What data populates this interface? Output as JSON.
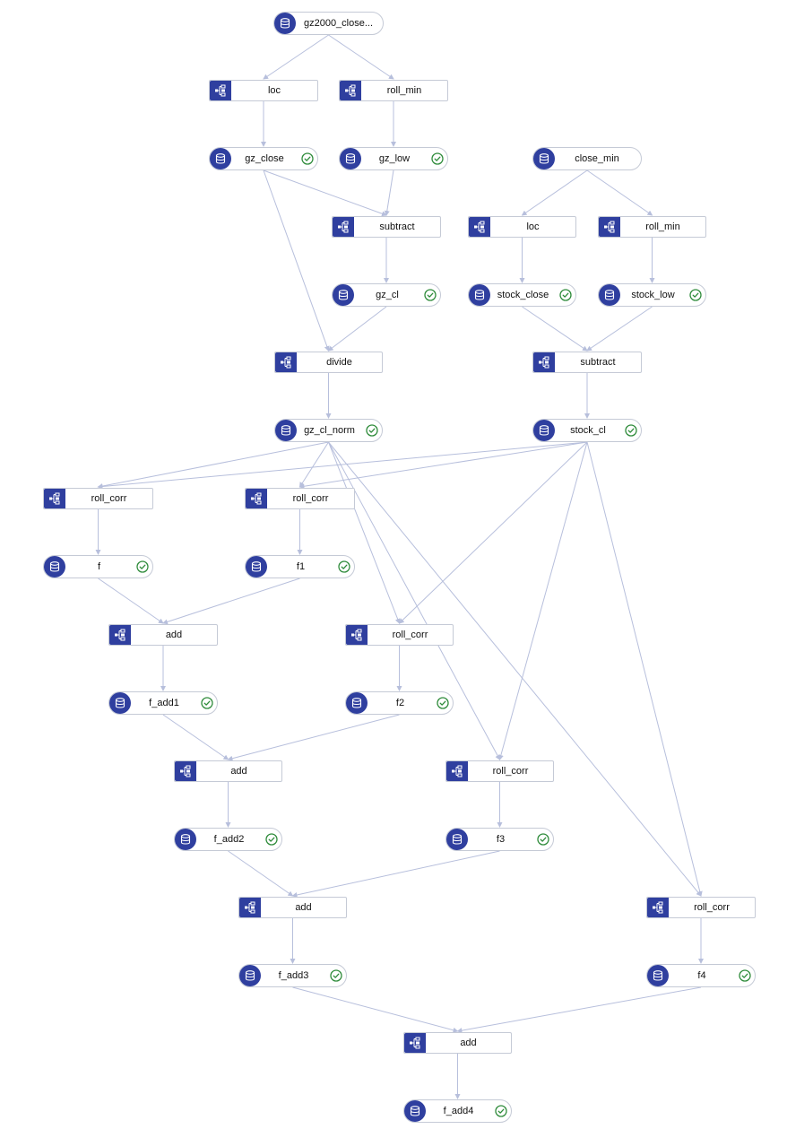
{
  "colors": {
    "icon_bg": "#2f3f9f",
    "edge": "#b7bfdc",
    "border": "#c5cad6",
    "check": "#2e8b3a"
  },
  "nodes": [
    {
      "id": "n_gz2000",
      "kind": "data",
      "label": "gz2000_close...",
      "icon": "database-icon",
      "status": "none"
    },
    {
      "id": "n_loc1",
      "kind": "op",
      "label": "loc",
      "icon": "workflow-icon"
    },
    {
      "id": "n_rollmin1",
      "kind": "op",
      "label": "roll_min",
      "icon": "workflow-icon"
    },
    {
      "id": "n_gzclose",
      "kind": "data",
      "label": "gz_close",
      "icon": "database-icon",
      "status": "done"
    },
    {
      "id": "n_gzlow",
      "kind": "data",
      "label": "gz_low",
      "icon": "database-icon",
      "status": "done"
    },
    {
      "id": "n_closemin",
      "kind": "data",
      "label": "close_min",
      "icon": "database-icon",
      "status": "none"
    },
    {
      "id": "n_sub1",
      "kind": "op",
      "label": "subtract",
      "icon": "workflow-icon"
    },
    {
      "id": "n_loc2",
      "kind": "op",
      "label": "loc",
      "icon": "workflow-icon"
    },
    {
      "id": "n_rollmin2",
      "kind": "op",
      "label": "roll_min",
      "icon": "workflow-icon"
    },
    {
      "id": "n_gzcl",
      "kind": "data",
      "label": "gz_cl",
      "icon": "database-icon",
      "status": "done"
    },
    {
      "id": "n_stockclose",
      "kind": "data",
      "label": "stock_close",
      "icon": "database-icon",
      "status": "done"
    },
    {
      "id": "n_stocklow",
      "kind": "data",
      "label": "stock_low",
      "icon": "database-icon",
      "status": "done"
    },
    {
      "id": "n_divide",
      "kind": "op",
      "label": "divide",
      "icon": "workflow-icon"
    },
    {
      "id": "n_sub2",
      "kind": "op",
      "label": "subtract",
      "icon": "workflow-icon"
    },
    {
      "id": "n_gzclnorm",
      "kind": "data",
      "label": "gz_cl_norm",
      "icon": "database-icon",
      "status": "done"
    },
    {
      "id": "n_stockcl",
      "kind": "data",
      "label": "stock_cl",
      "icon": "database-icon",
      "status": "done"
    },
    {
      "id": "n_rc1",
      "kind": "op",
      "label": "roll_corr",
      "icon": "workflow-icon"
    },
    {
      "id": "n_rc2",
      "kind": "op",
      "label": "roll_corr",
      "icon": "workflow-icon"
    },
    {
      "id": "n_f",
      "kind": "data",
      "label": "f",
      "icon": "database-icon",
      "status": "done"
    },
    {
      "id": "n_f1",
      "kind": "data",
      "label": "f1",
      "icon": "database-icon",
      "status": "done"
    },
    {
      "id": "n_add1",
      "kind": "op",
      "label": "add",
      "icon": "workflow-icon"
    },
    {
      "id": "n_rc3",
      "kind": "op",
      "label": "roll_corr",
      "icon": "workflow-icon"
    },
    {
      "id": "n_fadd1",
      "kind": "data",
      "label": "f_add1",
      "icon": "database-icon",
      "status": "done"
    },
    {
      "id": "n_f2",
      "kind": "data",
      "label": "f2",
      "icon": "database-icon",
      "status": "done"
    },
    {
      "id": "n_add2",
      "kind": "op",
      "label": "add",
      "icon": "workflow-icon"
    },
    {
      "id": "n_rc4",
      "kind": "op",
      "label": "roll_corr",
      "icon": "workflow-icon"
    },
    {
      "id": "n_fadd2",
      "kind": "data",
      "label": "f_add2",
      "icon": "database-icon",
      "status": "done"
    },
    {
      "id": "n_f3",
      "kind": "data",
      "label": "f3",
      "icon": "database-icon",
      "status": "done"
    },
    {
      "id": "n_add3",
      "kind": "op",
      "label": "add",
      "icon": "workflow-icon"
    },
    {
      "id": "n_rc5",
      "kind": "op",
      "label": "roll_corr",
      "icon": "workflow-icon"
    },
    {
      "id": "n_fadd3",
      "kind": "data",
      "label": "f_add3",
      "icon": "database-icon",
      "status": "done"
    },
    {
      "id": "n_f4",
      "kind": "data",
      "label": "f4",
      "icon": "database-icon",
      "status": "done"
    },
    {
      "id": "n_add4",
      "kind": "op",
      "label": "add",
      "icon": "workflow-icon"
    },
    {
      "id": "n_fadd4",
      "kind": "data",
      "label": "f_add4",
      "icon": "database-icon",
      "status": "done"
    }
  ],
  "edges": [
    [
      "n_gz2000",
      "n_loc1"
    ],
    [
      "n_gz2000",
      "n_rollmin1"
    ],
    [
      "n_loc1",
      "n_gzclose"
    ],
    [
      "n_rollmin1",
      "n_gzlow"
    ],
    [
      "n_gzclose",
      "n_sub1"
    ],
    [
      "n_gzlow",
      "n_sub1"
    ],
    [
      "n_gzclose",
      "n_divide"
    ],
    [
      "n_sub1",
      "n_gzcl"
    ],
    [
      "n_gzcl",
      "n_divide"
    ],
    [
      "n_closemin",
      "n_loc2"
    ],
    [
      "n_closemin",
      "n_rollmin2"
    ],
    [
      "n_loc2",
      "n_stockclose"
    ],
    [
      "n_rollmin2",
      "n_stocklow"
    ],
    [
      "n_stockclose",
      "n_sub2"
    ],
    [
      "n_stocklow",
      "n_sub2"
    ],
    [
      "n_divide",
      "n_gzclnorm"
    ],
    [
      "n_sub2",
      "n_stockcl"
    ],
    [
      "n_gzclnorm",
      "n_rc1"
    ],
    [
      "n_stockcl",
      "n_rc1"
    ],
    [
      "n_gzclnorm",
      "n_rc2"
    ],
    [
      "n_stockcl",
      "n_rc2"
    ],
    [
      "n_gzclnorm",
      "n_rc3"
    ],
    [
      "n_stockcl",
      "n_rc3"
    ],
    [
      "n_gzclnorm",
      "n_rc4"
    ],
    [
      "n_stockcl",
      "n_rc4"
    ],
    [
      "n_gzclnorm",
      "n_rc5"
    ],
    [
      "n_stockcl",
      "n_rc5"
    ],
    [
      "n_rc1",
      "n_f"
    ],
    [
      "n_rc2",
      "n_f1"
    ],
    [
      "n_f",
      "n_add1"
    ],
    [
      "n_f1",
      "n_add1"
    ],
    [
      "n_add1",
      "n_fadd1"
    ],
    [
      "n_rc3",
      "n_f2"
    ],
    [
      "n_fadd1",
      "n_add2"
    ],
    [
      "n_f2",
      "n_add2"
    ],
    [
      "n_add2",
      "n_fadd2"
    ],
    [
      "n_rc4",
      "n_f3"
    ],
    [
      "n_fadd2",
      "n_add3"
    ],
    [
      "n_f3",
      "n_add3"
    ],
    [
      "n_add3",
      "n_fadd3"
    ],
    [
      "n_rc5",
      "n_f4"
    ],
    [
      "n_fadd3",
      "n_add4"
    ],
    [
      "n_f4",
      "n_add4"
    ],
    [
      "n_add4",
      "n_fadd4"
    ]
  ]
}
